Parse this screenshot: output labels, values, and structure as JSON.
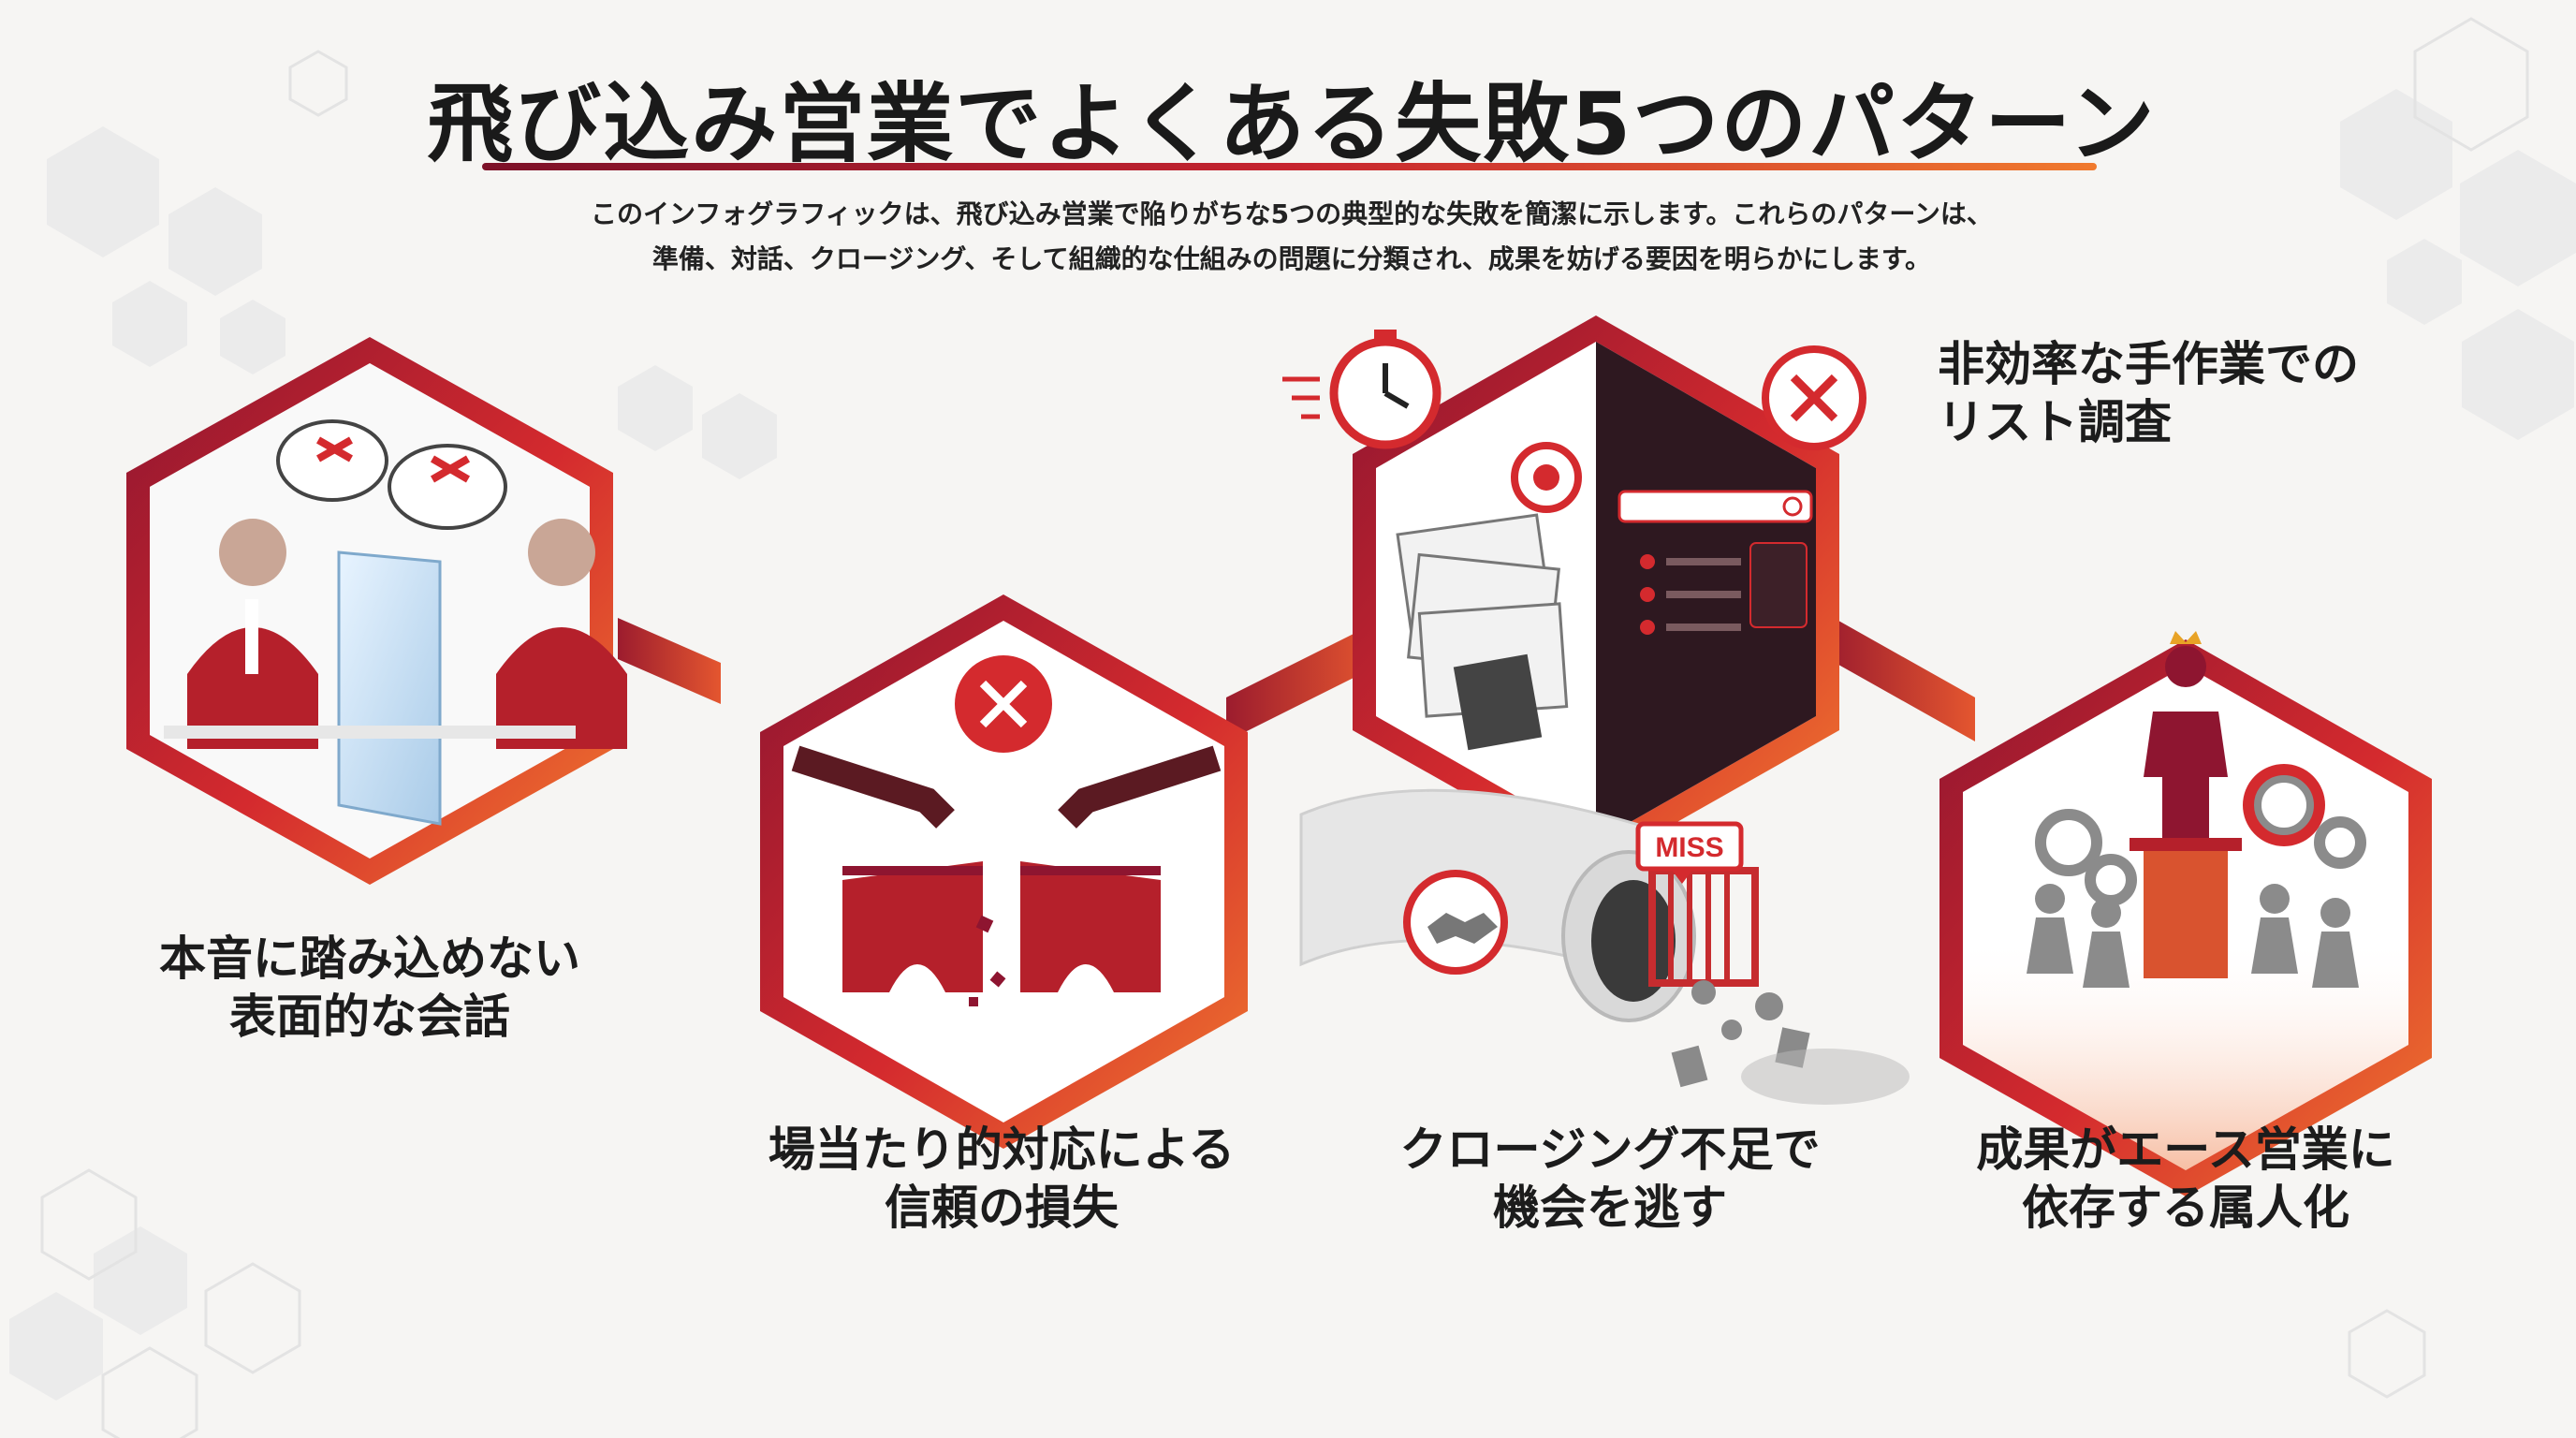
{
  "title": "飛び込み営業でよくある失敗5つのパターン",
  "intro": {
    "line1": "このインフォグラフィックは、飛び込み営業で陥りがちな5つの典型的な失敗を簡潔に示します。これらのパターンは、",
    "line2": "準備、対話、クロージング、そして組織的な仕組みの問題に分類され、成果を妨げる要因を明らかにします。"
  },
  "patterns": [
    {
      "line1": "本音に踏み込めない",
      "line2": "表面的な会話"
    },
    {
      "line1": "場当たり的対応による",
      "line2": "信頼の損失"
    },
    {
      "line1": "非効率な手作業での",
      "line2": "リスト調査"
    },
    {
      "line1": "クロージング不足で",
      "line2": "機会を逃す"
    },
    {
      "line1": "成果がエース営業に",
      "line2": "依存する属人化"
    }
  ],
  "miss_badge": "MISS",
  "colors": {
    "dark_red": "#8e1530",
    "red": "#d42a2e",
    "orange": "#f07a2e",
    "gray": "#8b8b8b"
  }
}
